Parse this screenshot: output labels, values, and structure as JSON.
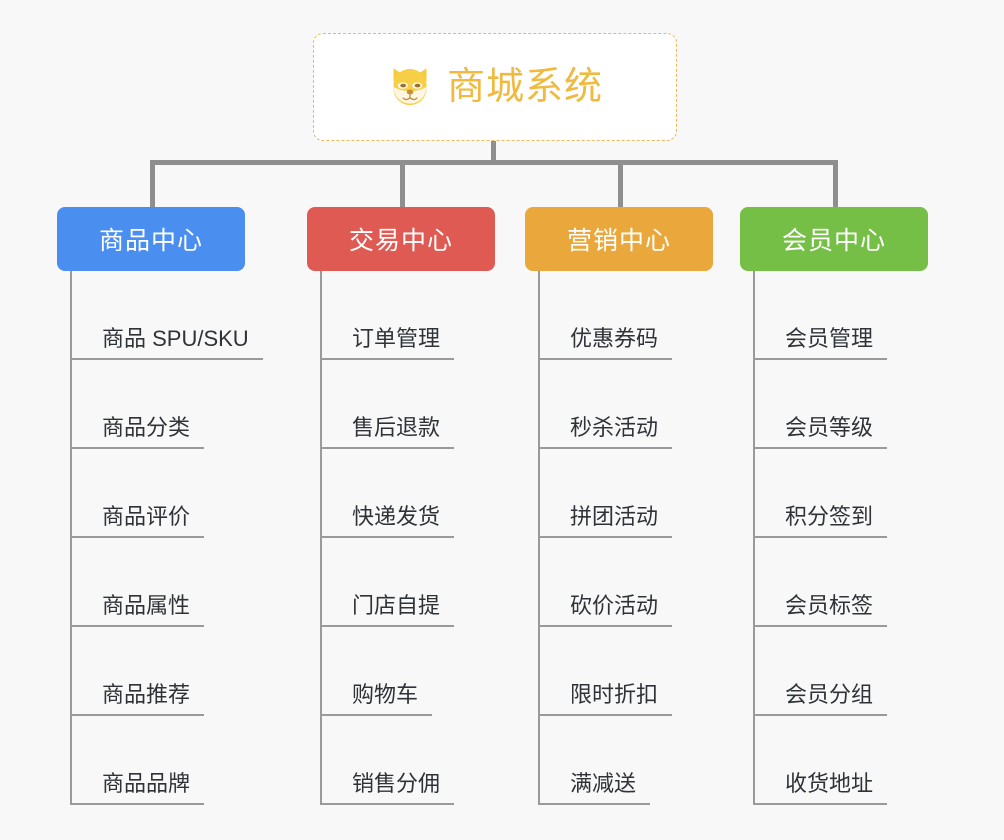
{
  "page": {
    "background_color": "#f8f8f8",
    "type": "mindmap"
  },
  "root": {
    "title": "商城系统",
    "icon": "dog-face-icon",
    "text_color": "#f0b93f",
    "border_color": "#eab95a",
    "background_color": "#ffffff"
  },
  "categories": [
    {
      "label": "商品中心",
      "color": "#4a8ef0",
      "items": [
        "商品 SPU/SKU",
        "商品分类",
        "商品评价",
        "商品属性",
        "商品推荐",
        "商品品牌"
      ]
    },
    {
      "label": "交易中心",
      "color": "#e05a54",
      "items": [
        "订单管理",
        "售后退款",
        "快递发货",
        "门店自提",
        "购物车",
        "销售分佣"
      ]
    },
    {
      "label": "营销中心",
      "color": "#eaa83c",
      "items": [
        "优惠券码",
        "秒杀活动",
        "拼团活动",
        "砍价活动",
        "限时折扣",
        "满减送"
      ]
    },
    {
      "label": "会员中心",
      "color": "#76bf47",
      "items": [
        "会员管理",
        "会员等级",
        "积分签到",
        "会员标签",
        "会员分组",
        "收货地址"
      ]
    }
  ],
  "connector": {
    "color": "#8f8f8f"
  }
}
